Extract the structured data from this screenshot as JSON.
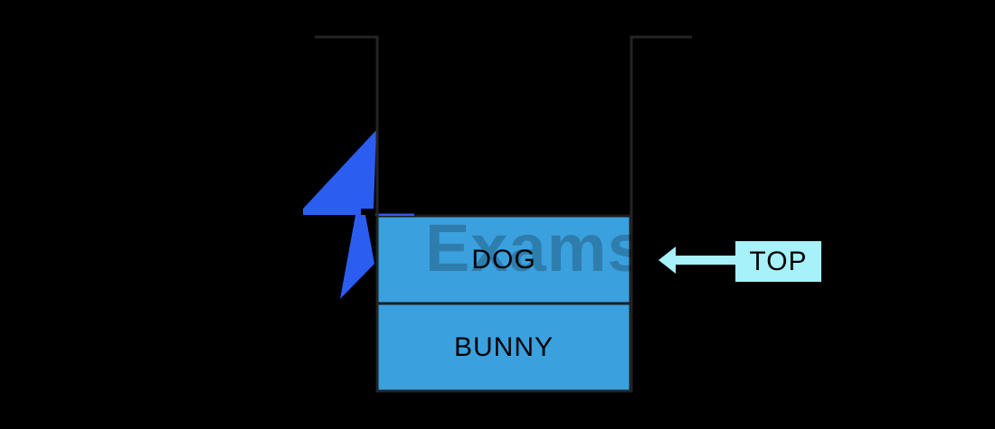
{
  "diagram": {
    "type": "stack-diagram",
    "stack": {
      "items": [
        {
          "label": "DOG"
        },
        {
          "label": "BUNNY"
        }
      ]
    },
    "pointer": {
      "label": "TOP",
      "arrow_direction": "left"
    },
    "watermark": {
      "text": "Exams",
      "logo": "lightning-bolt-icon"
    },
    "colors": {
      "background": "#000000",
      "container_line": "#242424",
      "item_fill": "#3BA0DE",
      "item_border": "#1C1C1C",
      "item_text": "#000000",
      "pointer_fill": "#A6F1FA",
      "pointer_text": "#000000",
      "watermark_blue": "#2B5DF0",
      "watermark_text_color": "rgba(0,0,0,0.22)"
    }
  }
}
